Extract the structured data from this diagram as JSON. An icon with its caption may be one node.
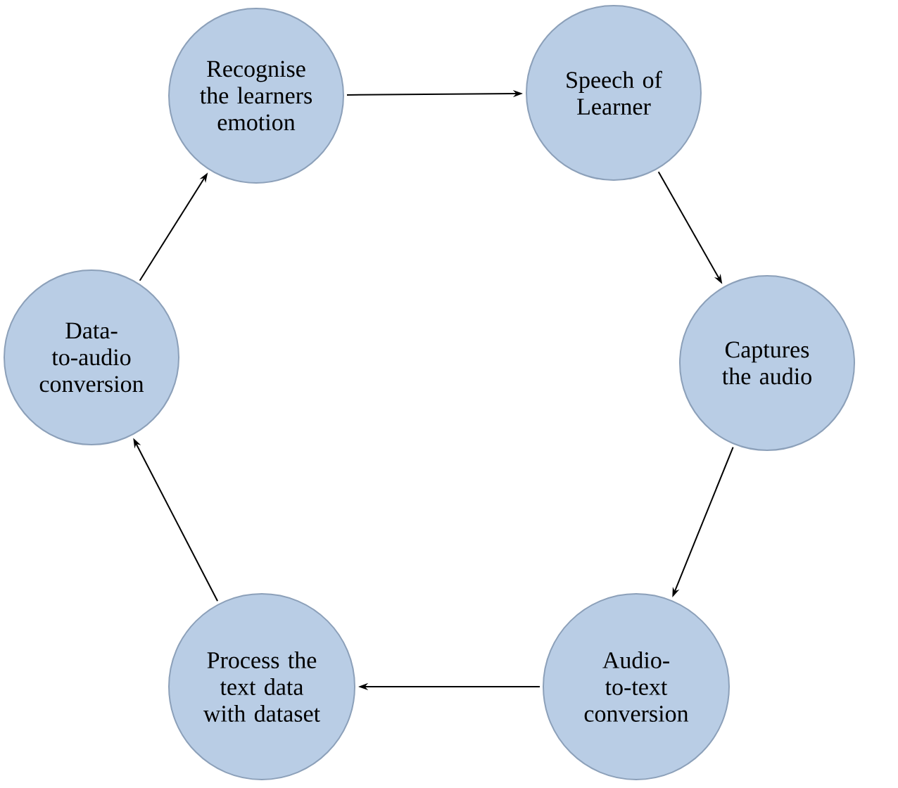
{
  "diagram": {
    "nodes": [
      {
        "text": [
          "Recognise the learners emotion"
        ]
      },
      {
        "text": [
          "Speech of Learner"
        ]
      },
      {
        "text": [
          "Captures the audio"
        ]
      },
      {
        "text": [
          "Audio-to-text conversion"
        ]
      },
      {
        "text": [
          "Process the text data with dataset"
        ]
      },
      {
        "text": [
          "Data-to-audio conversion"
        ]
      }
    ],
    "edges": [
      {
        "from": 0,
        "to": 1,
        "arrow": "to"
      },
      {
        "from": 1,
        "to": 2,
        "arrow": "to"
      },
      {
        "from": 2,
        "to": 3,
        "arrow": "to"
      },
      {
        "from": 3,
        "to": 4,
        "arrow": "to"
      },
      {
        "from": 4,
        "to": 5,
        "arrow": "to"
      },
      {
        "from": 5,
        "to": 0,
        "arrow": "to"
      }
    ]
  }
}
